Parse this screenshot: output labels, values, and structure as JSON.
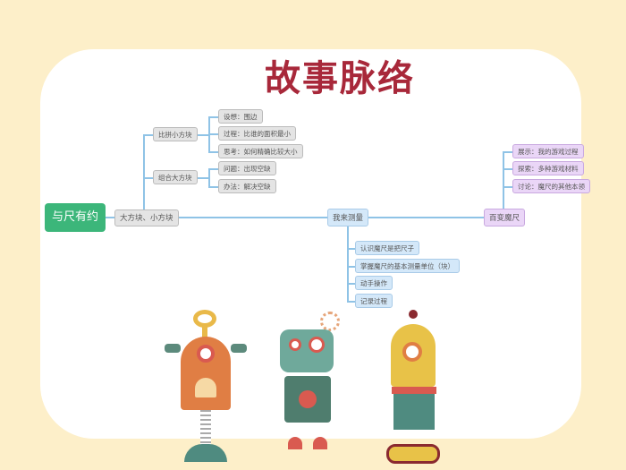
{
  "title": "故事脉络",
  "root": "与尺有约",
  "branch1": {
    "label": "大方块、小方块",
    "subs": [
      {
        "label": "比拼小方块",
        "items": [
          "设想：围边",
          "过程：比谁的面积最小",
          "思考：如何精确比较大小"
        ]
      },
      {
        "label": "组合大方块",
        "items": [
          "问题：出现空缺",
          "办法：解决空缺"
        ]
      }
    ]
  },
  "branch2": {
    "label": "我来测量",
    "items": [
      "认识魔尺是把尺子",
      "掌握魔尺的基本测量单位（块）",
      "动手操作",
      "记录过程"
    ]
  },
  "branch3": {
    "label": "百变魔尺",
    "items": [
      "展示：我的游戏过程",
      "探索：多种游戏材料",
      "讨论：魔尺的其他本领"
    ]
  },
  "colors": {
    "title": "#a8283a",
    "root": "#3cb67a",
    "background": "#fdefc9"
  }
}
